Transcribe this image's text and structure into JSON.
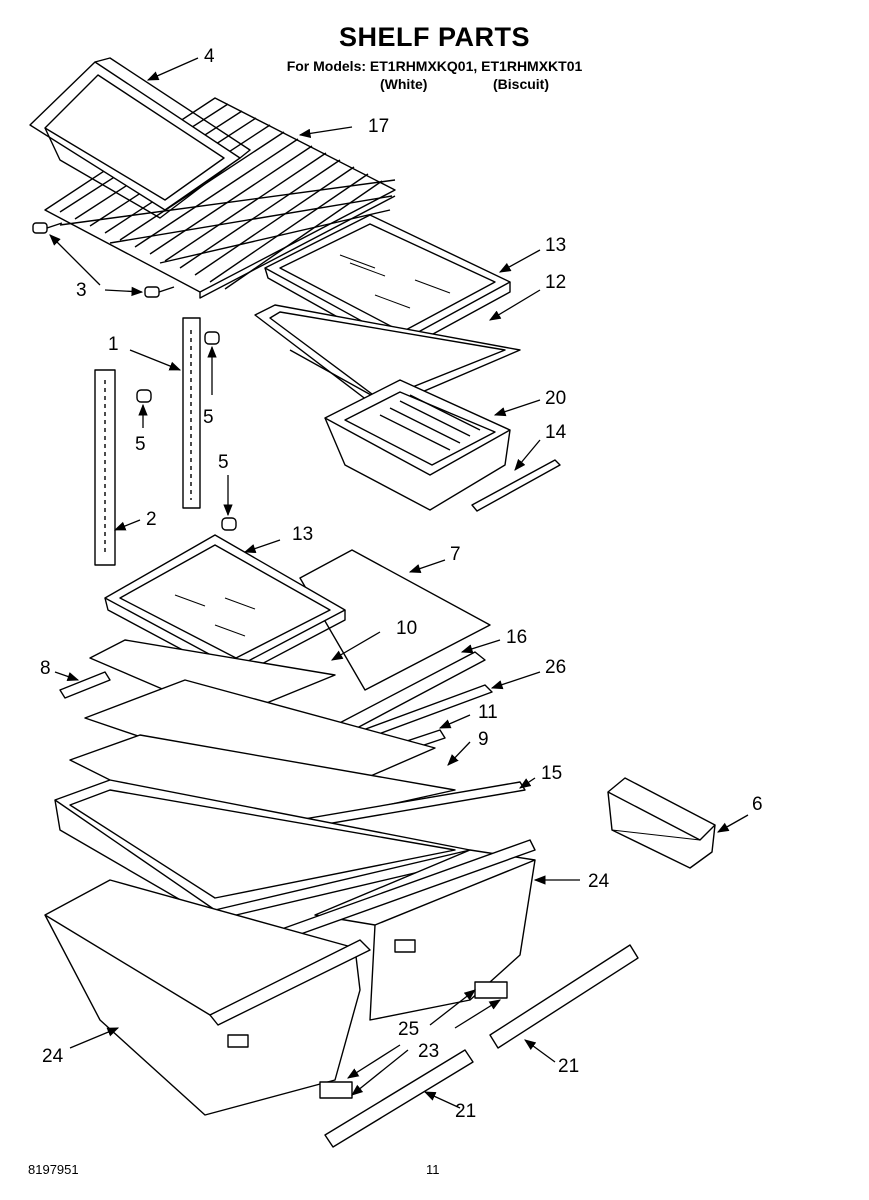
{
  "header": {
    "title": "SHELF PARTS",
    "models_line": "For Models: ET1RHMXKQ01, ET1RHMXKT01",
    "variant_white": "(White)",
    "variant_biscuit": "(Biscuit)"
  },
  "callouts": {
    "c4": "4",
    "c17": "17",
    "c3": "3",
    "c13a": "13",
    "c12": "12",
    "c1": "1",
    "c5a": "5",
    "c5b": "5",
    "c5c": "5",
    "c20": "20",
    "c14": "14",
    "c2": "2",
    "c13b": "13",
    "c7": "7",
    "c10": "10",
    "c16": "16",
    "c8": "8",
    "c26": "26",
    "c11": "11",
    "c9": "9",
    "c15": "15",
    "c6": "6",
    "c24a": "24",
    "c24b": "24",
    "c25": "25",
    "c23": "23",
    "c21a": "21",
    "c21b": "21"
  },
  "footer": {
    "doc_number": "8197951",
    "page_number": "11"
  }
}
